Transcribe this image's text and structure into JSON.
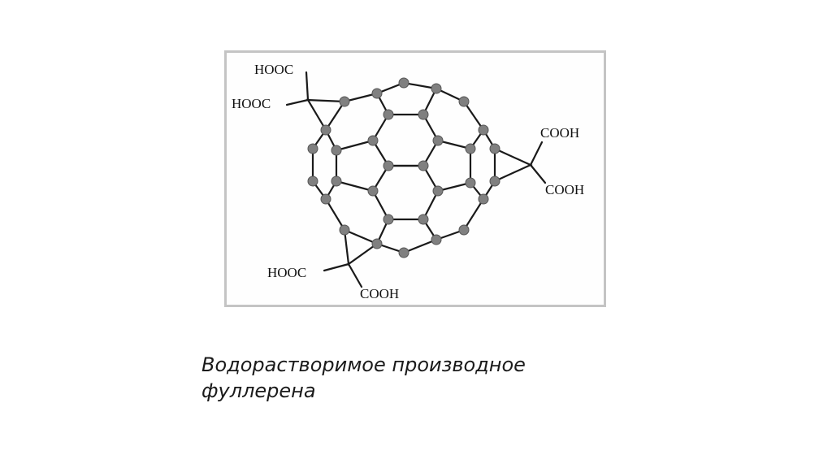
{
  "figure": {
    "labels": {
      "top_left_1": "HOOC",
      "top_left_2": "HOOC",
      "right_1": "COOH",
      "right_2": "COOH",
      "bottom_1": "HOOC",
      "bottom_2": "COOH"
    }
  },
  "caption": {
    "line1": "Водорастворимое производное",
    "line2": "фуллерена"
  }
}
